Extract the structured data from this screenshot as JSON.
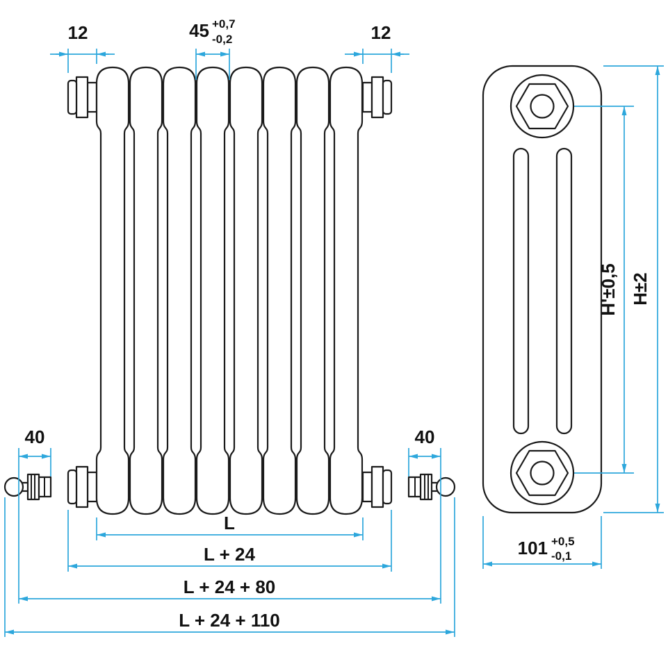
{
  "colors": {
    "dimension_line": "#2da7dc",
    "outline": "#1a1a1a"
  },
  "front_view": {
    "dimensions": {
      "plug_left": "12",
      "pitch": "45",
      "pitch_tol_plus": "+0,7",
      "pitch_tol_minus": "-0,2",
      "plug_right": "12",
      "valve_left": "40",
      "valve_right": "40",
      "length": "L",
      "length_plus_24": "L + 24",
      "length_plus_24_80": "L + 24 + 80",
      "length_plus_24_110": "L + 24 + 110"
    }
  },
  "side_view": {
    "dimensions": {
      "height_axis": "H'±0,5",
      "height_overall": "H±2",
      "depth": "101",
      "depth_tol_plus": "+0,5",
      "depth_tol_minus": "-0,1"
    }
  }
}
